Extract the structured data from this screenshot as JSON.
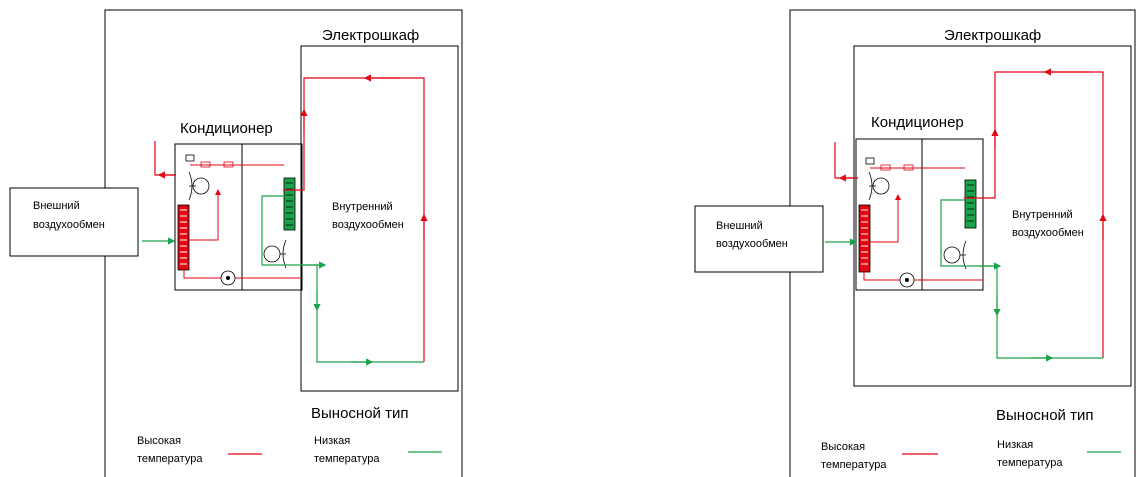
{
  "colors": {
    "high_temp": "#e30613",
    "low_temp": "#1aa34a",
    "outline": "#000000"
  },
  "diagrams": [
    {
      "cabinet_label": "Электрошкаф",
      "ac_label": "Кондиционер",
      "external_label_line1": "Внешний",
      "external_label_line2": "воздухообмен",
      "internal_label_line1": "Внутренний",
      "internal_label_line2": "воздухообмен",
      "type_label": "Выносной тип",
      "legend_high_line1": "Высокая",
      "legend_high_line2": "температура",
      "legend_low_line1": "Низкая",
      "legend_low_line2": "температура"
    },
    {
      "cabinet_label": "Электрошкаф",
      "ac_label": "Кондиционер",
      "external_label_line1": "Внешний",
      "external_label_line2": "воздухообмен",
      "internal_label_line1": "Внутренний",
      "internal_label_line2": "воздухообмен",
      "type_label": "Выносной тип",
      "legend_high_line1": "Высокая",
      "legend_high_line2": "температура",
      "legend_low_line1": "Низкая",
      "legend_low_line2": "температура"
    }
  ]
}
